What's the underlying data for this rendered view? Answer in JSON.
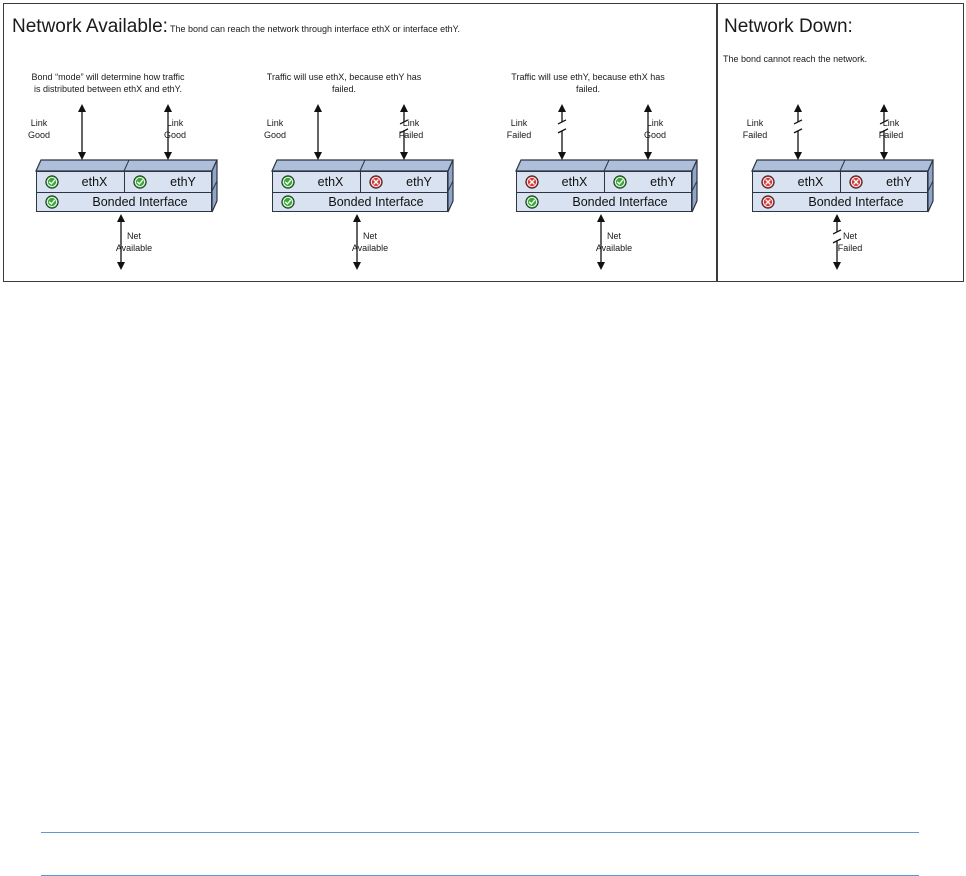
{
  "available_panel": {
    "title": "Network Available:",
    "subtitle": "The bond can reach the network through interface ethX or interface ethY."
  },
  "down_panel": {
    "title": "Network Down:",
    "subtitle": "The bond cannot reach the network."
  },
  "scenarios": [
    {
      "caption_line1": "Bond “mode” will determine how traffic",
      "caption_line2": "is distributed between ethX and ethY.",
      "ethx": {
        "label": "ethX",
        "status": "ok",
        "link_label_1": "Link",
        "link_label_2": "Good"
      },
      "ethy": {
        "label": "ethY",
        "status": "ok",
        "link_label_1": "Link",
        "link_label_2": "Good"
      },
      "bond": {
        "label": "Bonded Interface",
        "status": "ok"
      },
      "net_label_1": "Net",
      "net_label_2": "Available"
    },
    {
      "caption_line1": "Traffic will use ethX, because ethY has",
      "caption_line2": "failed.",
      "ethx": {
        "label": "ethX",
        "status": "ok",
        "link_label_1": "Link",
        "link_label_2": "Good"
      },
      "ethy": {
        "label": "ethY",
        "status": "failed",
        "link_label_1": "Link",
        "link_label_2": "Failed"
      },
      "bond": {
        "label": "Bonded Interface",
        "status": "ok"
      },
      "net_label_1": "Net",
      "net_label_2": "Available"
    },
    {
      "caption_line1": "Traffic will use ethY, because ethX has",
      "caption_line2": "failed.",
      "ethx": {
        "label": "ethX",
        "status": "failed",
        "link_label_1": "Link",
        "link_label_2": "Failed"
      },
      "ethy": {
        "label": "ethY",
        "status": "ok",
        "link_label_1": "Link",
        "link_label_2": "Good"
      },
      "bond": {
        "label": "Bonded Interface",
        "status": "ok"
      },
      "net_label_1": "Net",
      "net_label_2": "Available"
    },
    {
      "caption_line1": "",
      "caption_line2": "",
      "ethx": {
        "label": "ethX",
        "status": "failed",
        "link_label_1": "Link",
        "link_label_2": "Failed"
      },
      "ethy": {
        "label": "ethY",
        "status": "failed",
        "link_label_1": "Link",
        "link_label_2": "Failed"
      },
      "bond": {
        "label": "Bonded Interface",
        "status": "failed"
      },
      "net_label_1": "Net",
      "net_label_2": "Failed"
    }
  ],
  "colors": {
    "ok": "#3aa83a",
    "failed": "#d23a3a",
    "box_fill": "#d9e2f0",
    "box_top": "#aebfdc",
    "box_side": "#8fa6c9",
    "outline": "#2e3440",
    "rule": "#5b9bd5"
  },
  "icons": {
    "ok": "check-circle-icon",
    "failed": "x-circle-icon"
  }
}
